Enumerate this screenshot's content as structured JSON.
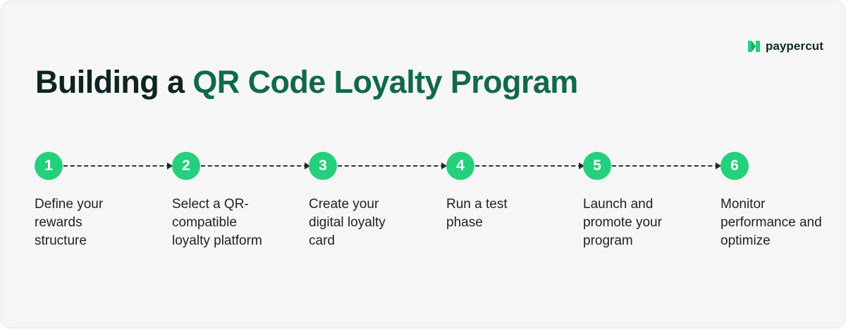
{
  "brand": {
    "name": "paypercut",
    "logo_icon": "paypercut-logo-icon",
    "accent_color": "#25d07d"
  },
  "title": {
    "prefix": "Building a ",
    "highlight": "QR Code Loyalty Program"
  },
  "colors": {
    "title_dark": "#0d2420",
    "title_accent": "#11694c",
    "step_circle": "#25d07d",
    "background": "#f6f6f6"
  },
  "steps": [
    {
      "number": "1",
      "label": "Define your rewards structure"
    },
    {
      "number": "2",
      "label": "Select a QR-compatible loyalty platform"
    },
    {
      "number": "3",
      "label": "Create your digital loyalty card"
    },
    {
      "number": "4",
      "label": "Run a test phase"
    },
    {
      "number": "5",
      "label": "Launch and promote your program"
    },
    {
      "number": "6",
      "label": "Monitor performance and optimize"
    }
  ]
}
